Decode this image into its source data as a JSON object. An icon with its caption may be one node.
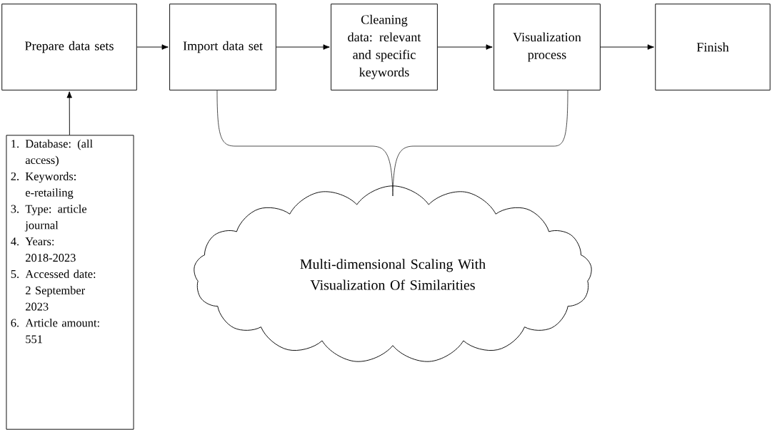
{
  "diagram": {
    "nodes": [
      {
        "text": [
          "Prepare data sets"
        ]
      },
      {
        "text": [
          "Import data set"
        ]
      },
      {
        "text": [
          "Cleaning data: relevant and specific keywords"
        ]
      },
      {
        "text": [
          "Visualization process"
        ]
      },
      {
        "text": [
          "Finish"
        ]
      },
      {
        "text": [
          "1. Database: (all access)",
          "2. Keywords: e-retailing",
          "3. Type: article journal",
          "4. Years: 2018-2023",
          "5. Accessed date: 2 September 2023",
          "6. Article amount: 551"
        ]
      },
      {
        "text": [
          "Multi-dimensional Scaling With Visualization Of Similarities"
        ]
      }
    ],
    "edges": [
      {
        "from": 0,
        "to": 1,
        "arrow": "to"
      },
      {
        "from": 1,
        "to": 2,
        "arrow": "to"
      },
      {
        "from": 2,
        "to": 3,
        "arrow": "to"
      },
      {
        "from": 3,
        "to": 4,
        "arrow": "to"
      },
      {
        "from": 5,
        "to": 0,
        "arrow": "to"
      }
    ]
  }
}
